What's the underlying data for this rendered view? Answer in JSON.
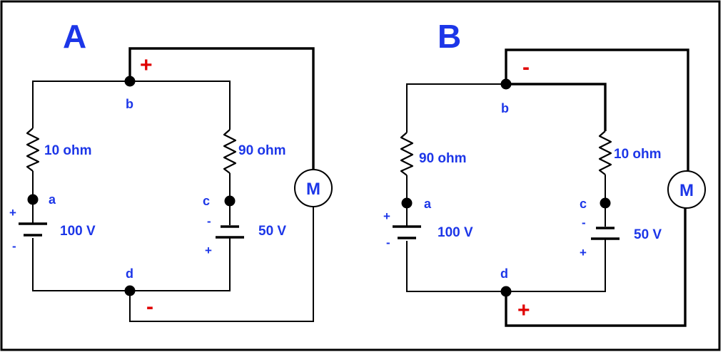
{
  "circuit_a": {
    "title": "A",
    "left_resistor": "10 ohm",
    "right_resistor": "90 ohm",
    "left_battery": "100 V",
    "right_battery": "50 V",
    "node_b": "b",
    "node_a": "a",
    "node_c": "c",
    "node_d": "d",
    "left_batt_top_pol": "+",
    "left_batt_bottom_pol": "-",
    "right_batt_top_pol": "-",
    "right_batt_bottom_pol": "+",
    "meter": "M",
    "top_terminal_sign": "+",
    "bottom_terminal_sign": "-"
  },
  "circuit_b": {
    "title": "B",
    "left_resistor": "90 ohm",
    "right_resistor": "10 ohm",
    "left_battery": "100 V",
    "right_battery": "50 V",
    "node_b": "b",
    "node_a": "a",
    "node_c": "c",
    "node_d": "d",
    "left_batt_top_pol": "+",
    "left_batt_bottom_pol": "-",
    "right_batt_top_pol": "-",
    "right_batt_bottom_pol": "+",
    "meter": "M",
    "top_terminal_sign": "-",
    "bottom_terminal_sign": "+"
  },
  "colors": {
    "label": "#1c36e8",
    "sign": "#e00000",
    "wire": "#000000",
    "background": "#ffffff"
  }
}
